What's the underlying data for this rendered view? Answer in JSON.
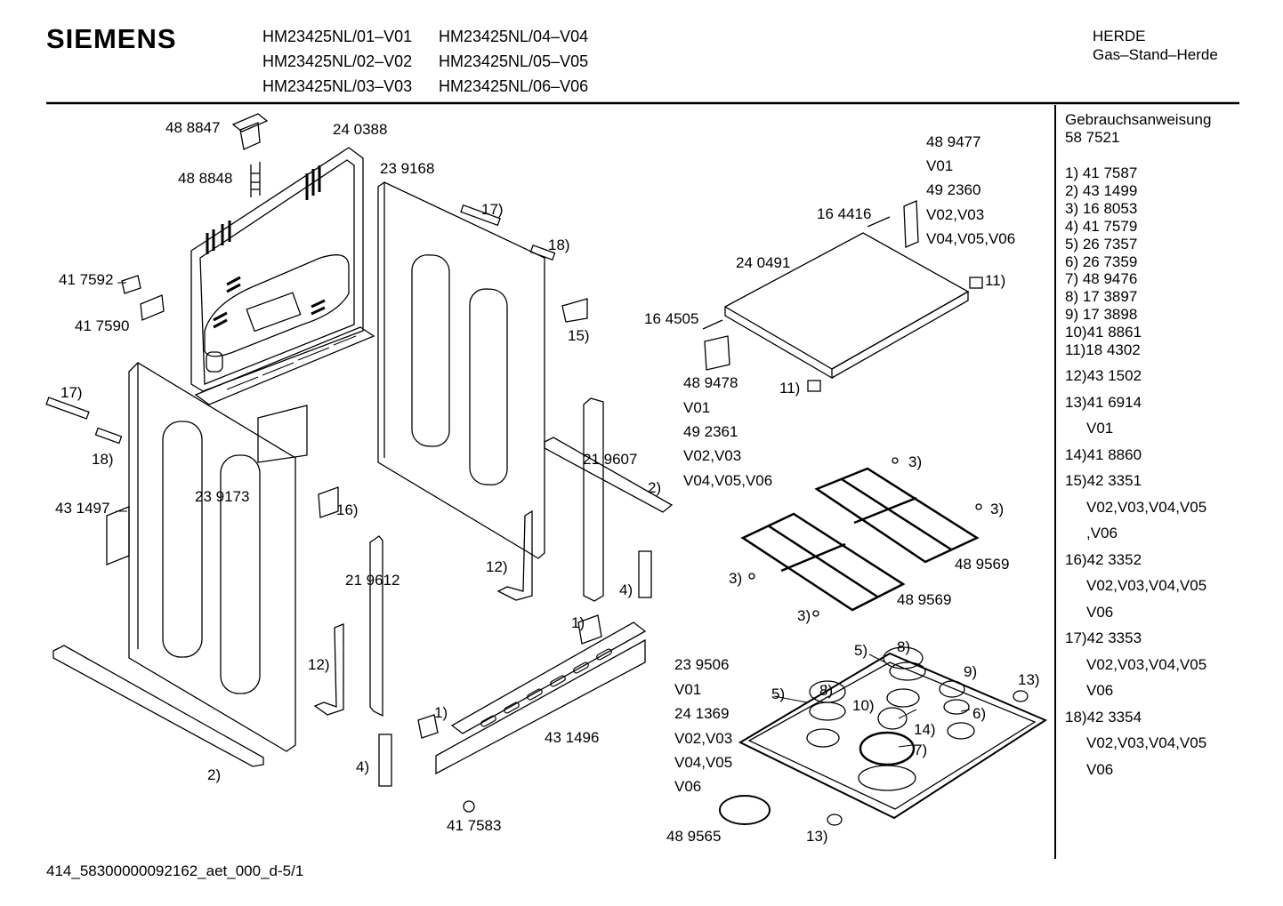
{
  "header": {
    "brand": "SIEMENS",
    "models": [
      "HM23425NL/01–V01",
      "HM23425NL/04–V04",
      "HM23425NL/02–V02",
      "HM23425NL/05–V05",
      "HM23425NL/03–V03",
      "HM23425NL/06–V06"
    ],
    "category": "HERDE",
    "subcategory": "Gas–Stand–Herde"
  },
  "labels": {
    "l1": "48 8847",
    "l2": "24 0388",
    "l3": "48 8848",
    "l4": "23 9168",
    "l5": "17)",
    "l6": "18)",
    "l7": "41 7592",
    "l8": "41 7590",
    "l9": "15)",
    "l10": "17)",
    "l11": "18)",
    "l12": "43 1497",
    "l13": "23 9173",
    "l14": "16)",
    "l15": "21 9607",
    "l16": "2)",
    "l17": "21 9612",
    "l18": "12)",
    "l19": "4)",
    "l20": "1)",
    "l21": "12)",
    "l22": "1)",
    "l23": "43 1496",
    "l24": "4)",
    "l25": "2)",
    "l26": "41 7583",
    "l27": "48 9477",
    "l28": "V01",
    "l29": "49 2360",
    "l30": "V02,V03",
    "l31": "V04,V05,V06",
    "l32": "16 4416",
    "l33": "24 0491",
    "l34": "11)",
    "l35": "16 4505",
    "l36": "48 9478",
    "l37": "V01",
    "l38": "49 2361",
    "l39": "V02,V03",
    "l40": "V04,V05,V06",
    "l41": "11)",
    "l42": "3)",
    "l43": "3)",
    "l44": "3)",
    "l45": "48 9569",
    "l46": "48 9569",
    "l47": "3)",
    "l48": "23 9506",
    "l49": "V01",
    "l50": "24 1369",
    "l51": "V02,V03",
    "l52": "V04,V05",
    "l53": "V06",
    "l54": "5)",
    "l55": "8)",
    "l56": "9)",
    "l57": "13)",
    "l58": "5)",
    "l59": "8)",
    "l60": "10)",
    "l61": "6)",
    "l62": "14)",
    "l63": "7)",
    "l64": "48 9565",
    "l65": "13)"
  },
  "sidebar": {
    "title": "Gebrauchsanweisung",
    "title_number": "58 7521",
    "items_compact": [
      "1) 41 7587",
      "2) 43 1499",
      "3) 16 8053",
      "4) 41 7579",
      "5) 26 7357",
      "6) 26 7359",
      "7) 48 9476",
      "8) 17 3897",
      "9) 17 3898",
      "10)41 8861",
      "11)18 4302"
    ],
    "items_spaced": [
      "12)43 1502",
      "13)41 6914",
      "V01",
      "14)41 8860",
      "15)42 3351",
      "V02,V03,V04,V05",
      ",V06",
      "16)42 3352",
      "V02,V03,V04,V05",
      "V06",
      "17)42 3353",
      "V02,V03,V04,V05",
      "V06",
      "18)42 3354",
      "V02,V03,V04,V05",
      "V06"
    ]
  },
  "footer": {
    "code": "414_58300000092162_aet_000_d-5/1"
  }
}
